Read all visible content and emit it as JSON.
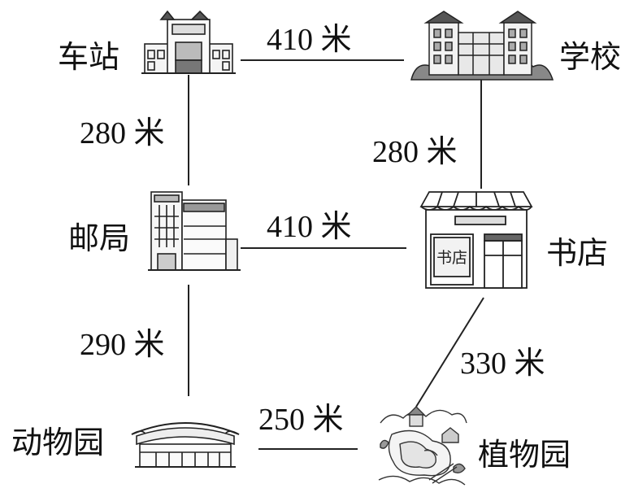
{
  "places": {
    "station": "车站",
    "school": "学校",
    "post_office": "邮局",
    "bookstore": "书店",
    "zoo": "动物园",
    "botanical_garden": "植物园"
  },
  "bookstore_sign": "书店",
  "routes": [
    {
      "from": "车站",
      "to": "学校",
      "distance": "410 米"
    },
    {
      "from": "车站",
      "to": "邮局",
      "distance": "280 米"
    },
    {
      "from": "学校",
      "to": "书店",
      "distance": "280 米"
    },
    {
      "from": "邮局",
      "to": "书店",
      "distance": "410 米"
    },
    {
      "from": "邮局",
      "to": "动物园",
      "distance": "290 米"
    },
    {
      "from": "书店",
      "to": "植物园",
      "distance": "330 米"
    },
    {
      "from": "动物园",
      "to": "植物园",
      "distance": "250 米"
    }
  ],
  "icons": {
    "station": "station-building-icon",
    "school": "school-building-icon",
    "post_office": "post-office-building-icon",
    "bookstore": "bookstore-building-icon",
    "zoo": "zoo-building-icon",
    "botanical_garden": "garden-icon"
  }
}
